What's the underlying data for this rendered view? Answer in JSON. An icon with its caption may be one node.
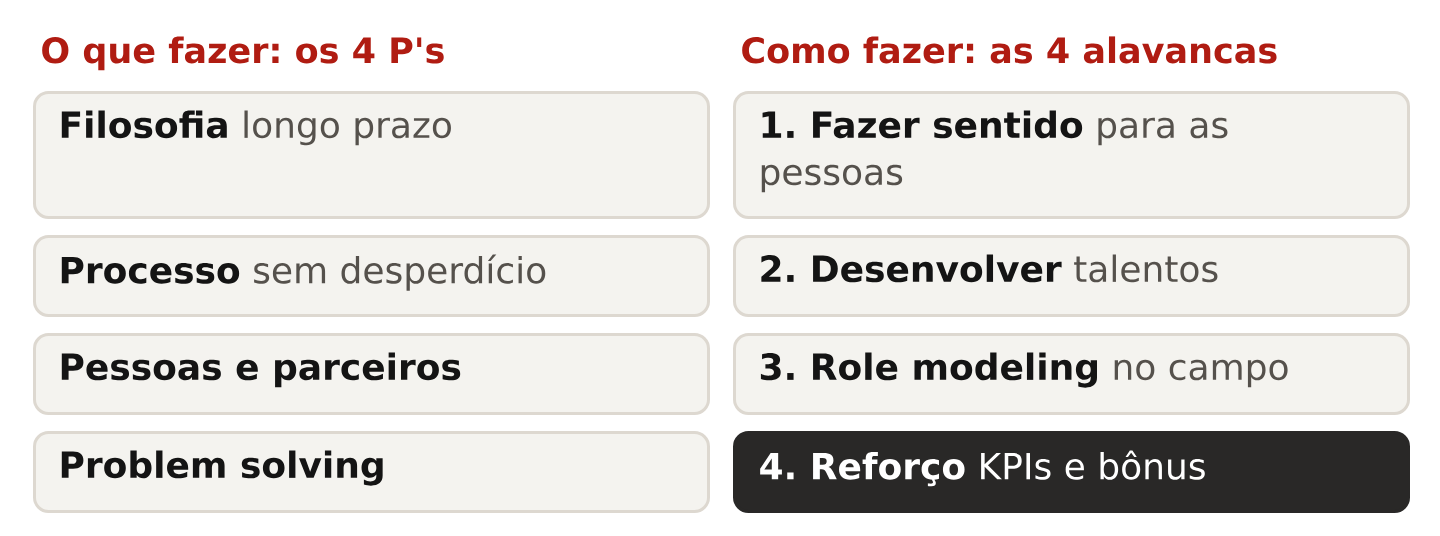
{
  "diagram": {
    "nodes": [
      {
        "text": [
          "**Filosofia** longo prazo"
        ]
      },
      {
        "text": [
          "**Processo** sem desperdício"
        ]
      },
      {
        "text": [
          "Pessoas e parceiros"
        ]
      },
      {
        "text": [
          "Problem solving"
        ]
      },
      {
        "text": [
          "**1. Fazer sentido** para as pessoas"
        ]
      },
      {
        "text": [
          "**2. Desenvolver** talentos"
        ]
      },
      {
        "text": [
          "**3. Role modeling** no campo"
        ]
      },
      {
        "text": [
          "**4. Reforço** KPIs e bônus"
        ]
      }
    ],
    "labels": [
      "O que fazer: os 4 P's",
      "Como fazer: as 4 alavancas"
    ]
  }
}
